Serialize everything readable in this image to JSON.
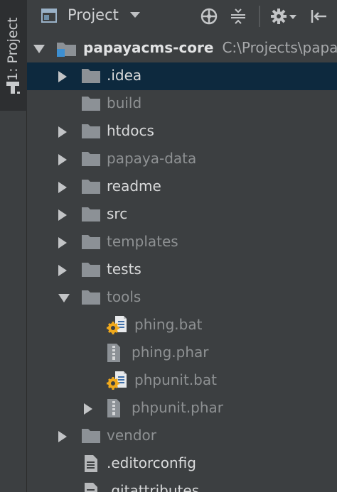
{
  "sidebar": {
    "tab_label": "1: Project",
    "tab_icon": "project-tool-icon"
  },
  "toolbar": {
    "title": "Project",
    "dropdown_icon": "chevron-down-icon",
    "buttons": [
      {
        "name": "locate-icon"
      },
      {
        "name": "collapse-all-icon"
      },
      {
        "name": "gear-icon"
      },
      {
        "name": "hide-panel-icon"
      }
    ]
  },
  "tree": {
    "root": {
      "label": "papayacms-core",
      "path": "C:\\Projects\\papa"
    },
    "items": [
      {
        "label": ".idea",
        "type": "folder",
        "arrow": "right",
        "dim": false,
        "selected": true
      },
      {
        "label": "build",
        "type": "folder",
        "arrow": "none",
        "dim": true
      },
      {
        "label": "htdocs",
        "type": "folder",
        "arrow": "right",
        "dim": false
      },
      {
        "label": "papaya-data",
        "type": "folder",
        "arrow": "right",
        "dim": true
      },
      {
        "label": "readme",
        "type": "folder",
        "arrow": "right",
        "dim": false
      },
      {
        "label": "src",
        "type": "folder",
        "arrow": "right",
        "dim": false
      },
      {
        "label": "templates",
        "type": "folder",
        "arrow": "right",
        "dim": true
      },
      {
        "label": "tests",
        "type": "folder",
        "arrow": "right",
        "dim": false
      },
      {
        "label": "tools",
        "type": "folder",
        "arrow": "down",
        "dim": true
      },
      {
        "label": "phing.bat",
        "type": "bat-file",
        "dim": true
      },
      {
        "label": "phing.phar",
        "type": "archive-file",
        "dim": true
      },
      {
        "label": "phpunit.bat",
        "type": "bat-file",
        "dim": true
      },
      {
        "label": "phpunit.phar",
        "type": "archive-file",
        "arrow": "right",
        "dim": true
      },
      {
        "label": "vendor",
        "type": "folder",
        "arrow": "right",
        "dim": true
      },
      {
        "label": ".editorconfig",
        "type": "text-file",
        "dim": false
      },
      {
        "label": ".gitattributes",
        "type": "text-file",
        "dim": false
      }
    ]
  },
  "colors": {
    "panel_bg": "#3c3f41",
    "selected_bg": "#0d293e",
    "text": "#d9dadb",
    "text_dim": "#8e9193"
  }
}
